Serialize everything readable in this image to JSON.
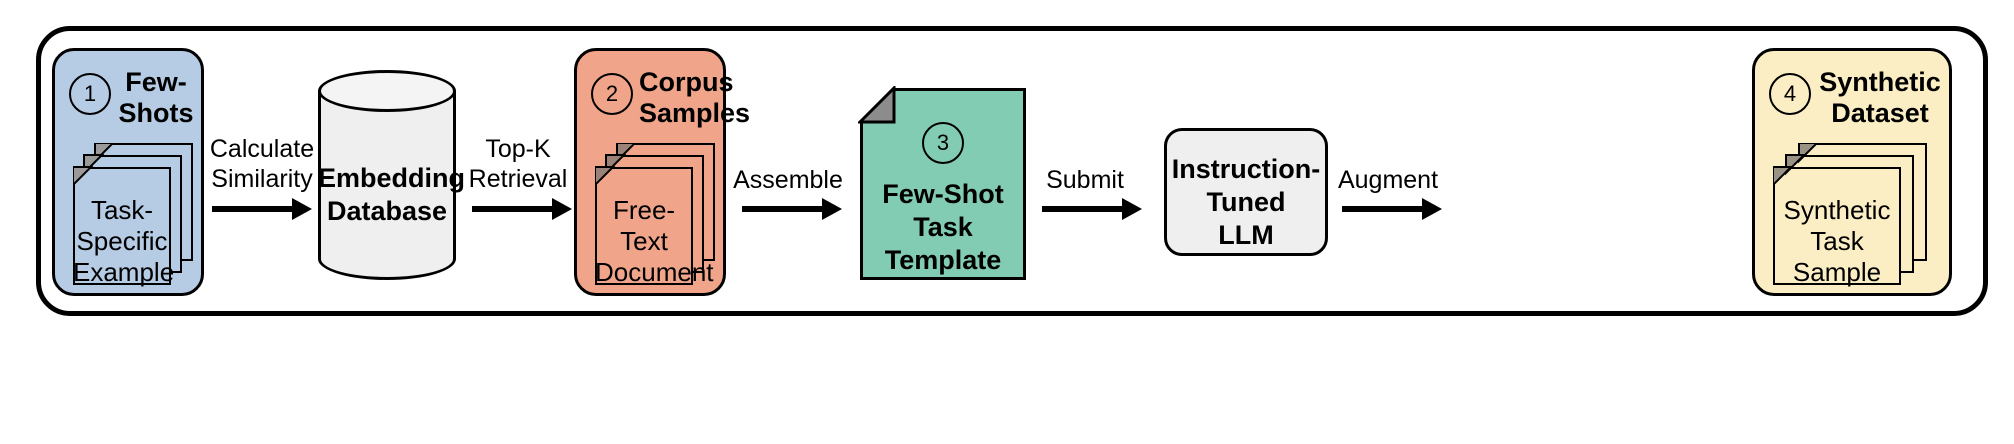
{
  "diagram": {
    "title": "Few-shot synthetic data generation pipeline",
    "colors": {
      "few_shots": "#b6cbe4",
      "corpus_samples": "#f0a58b",
      "task_template": "#83ccb4",
      "synthetic_dataset": "#fbeec4",
      "database": "#efefef",
      "llm_box": "#efefef",
      "stroke": "#000000",
      "background": "#ffffff"
    },
    "stages": [
      {
        "id": "few-shots",
        "badge": "1",
        "title": "Few-\nShots",
        "sheet_text": "Task-\nSpecific\nExample",
        "sheet_count": 3,
        "shape": "document-stack"
      },
      {
        "id": "embedding-database",
        "badge": "",
        "title": "Embedding\nDatabase",
        "shape": "cylinder"
      },
      {
        "id": "corpus-samples",
        "badge": "2",
        "title": "Corpus\nSamples",
        "sheet_text": "Free-\nText\nDocument",
        "sheet_count": 3,
        "shape": "document-stack"
      },
      {
        "id": "few-shot-task-template",
        "badge": "3",
        "title": "Few-Shot\nTask\nTemplate",
        "shape": "folded-note"
      },
      {
        "id": "instruction-tuned-llm",
        "badge": "",
        "title": "Instruction-\nTuned\nLLM",
        "shape": "rounded-box"
      },
      {
        "id": "synthetic-dataset",
        "badge": "4",
        "title": "Synthetic\nDataset",
        "sheet_text": "Synthetic\nTask\nSample",
        "sheet_count": 3,
        "shape": "document-stack"
      }
    ],
    "arrows": [
      {
        "id": "arrow-calculate-similarity",
        "label": "Calculate\nSimilarity",
        "from": "few-shots",
        "to": "embedding-database"
      },
      {
        "id": "arrow-topk-retrieval",
        "label": "Top-K\nRetrieval",
        "from": "embedding-database",
        "to": "corpus-samples"
      },
      {
        "id": "arrow-assemble",
        "label": "Assemble",
        "from": "corpus-samples",
        "to": "few-shot-task-template"
      },
      {
        "id": "arrow-submit",
        "label": "Submit",
        "from": "few-shot-task-template",
        "to": "instruction-tuned-llm"
      },
      {
        "id": "arrow-augment",
        "label": "Augment",
        "from": "instruction-tuned-llm",
        "to": "synthetic-dataset"
      }
    ]
  }
}
